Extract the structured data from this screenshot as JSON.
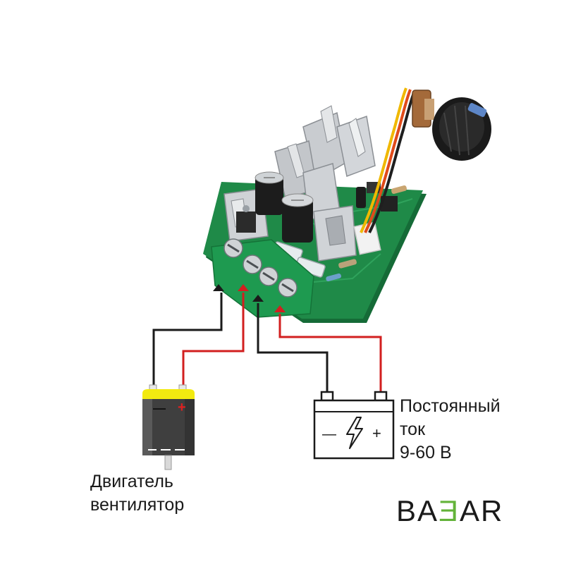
{
  "labels": {
    "motor_line1": "Двигатель",
    "motor_line2": "вентилятор",
    "supply_line1": "Постоянный",
    "supply_line2": "ток",
    "supply_line3": "9-60 В"
  },
  "brand": {
    "left": "BA",
    "mid": "Ǝ",
    "right": "AR"
  },
  "symbols": {
    "motor_minus": "—",
    "motor_plus": "+",
    "battery_minus": "—",
    "battery_plus": "+"
  },
  "colors": {
    "wire_black": "#1a1a1a",
    "wire_red": "#d21f1f",
    "pcb_green": "#1f8a48",
    "terminal_green": "#1e9a50",
    "motor_yellow": "#f2ea10",
    "brand_accent": "#63b339"
  },
  "icons": [
    "motor-icon",
    "battery-icon",
    "lightning-icon",
    "potentiometer-knob-icon",
    "heatsink-icon",
    "capacitor-icon",
    "fuse-icon",
    "led-icon"
  ]
}
